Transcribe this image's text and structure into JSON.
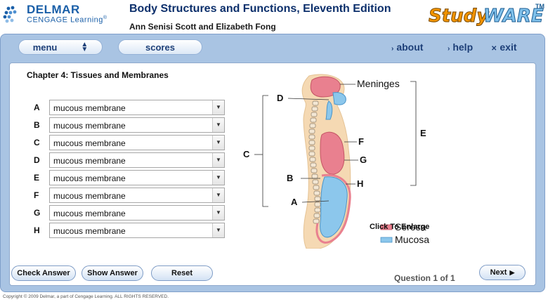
{
  "header": {
    "brand_line1": "DELMAR",
    "brand_line2": "CENGAGE Learning",
    "brand_tm": "®",
    "title": "Body Structures and Functions, Eleventh Edition",
    "authors": "Ann Senisi Scott and Elizabeth Fong",
    "product_study": "Study",
    "product_ware": "WARE",
    "product_tm": "TM"
  },
  "nav": {
    "menu": "menu",
    "scores": "scores",
    "about": "about",
    "help": "help",
    "exit": "exit"
  },
  "chapter": "Chapter 4: Tissues and Membranes",
  "rows": [
    {
      "letter": "A",
      "value": "mucous membrane"
    },
    {
      "letter": "B",
      "value": "mucous membrane"
    },
    {
      "letter": "C",
      "value": "mucous membrane"
    },
    {
      "letter": "D",
      "value": "mucous membrane"
    },
    {
      "letter": "E",
      "value": "mucous membrane"
    },
    {
      "letter": "F",
      "value": "mucous membrane"
    },
    {
      "letter": "G",
      "value": "mucous membrane"
    },
    {
      "letter": "H",
      "value": "mucous membrane"
    }
  ],
  "diagram": {
    "labels": {
      "meninges": "Meninges",
      "a": "A",
      "b": "B",
      "c": "C",
      "d": "D",
      "e": "E",
      "f": "F",
      "g": "G",
      "h": "H"
    },
    "legend": [
      {
        "label": "Serosa",
        "color": "#e9808f"
      },
      {
        "label": "Mucosa",
        "color": "#8cc7ec"
      }
    ],
    "enlarge": "Click To Enlarge"
  },
  "buttons": {
    "check": "Check Answer",
    "show": "Show Answer",
    "reset": "Reset",
    "next": "Next"
  },
  "question": "Question  1 of 1",
  "copyright": "Copyright © 2009 Delmar, a part of Cengage Learning. ALL RIGHTS RESERVED."
}
